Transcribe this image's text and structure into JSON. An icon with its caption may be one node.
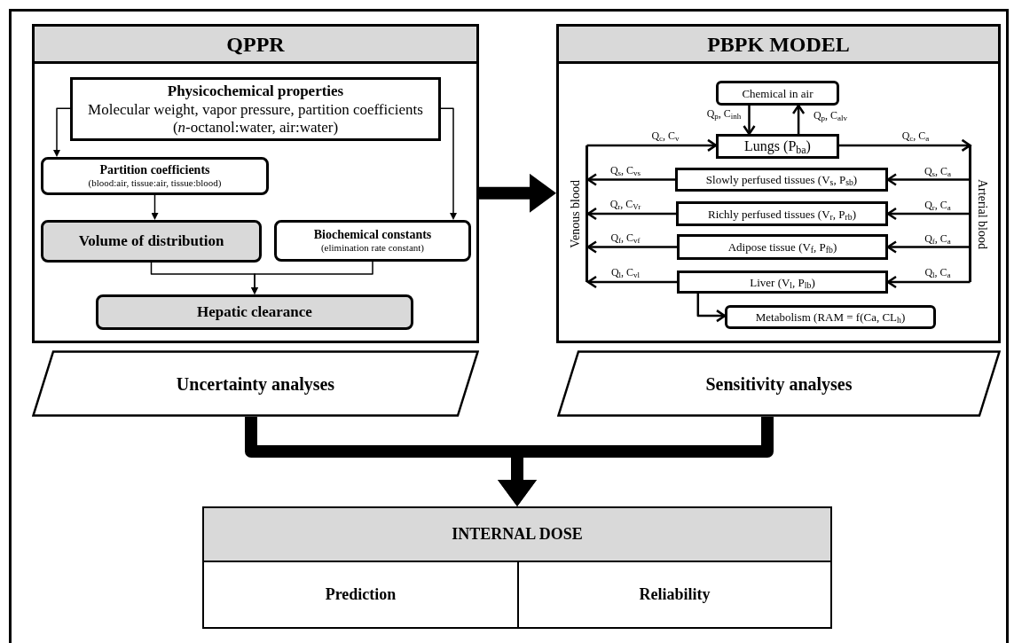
{
  "diagram": {
    "nodes": [
      {
        "text": [
          "QPPR"
        ]
      },
      {
        "text": [
          "Physicochemical properties",
          "Molecular weight, vapor pressure, partition coefficients (*n*-octanol:water, air:water)"
        ],
        "in": 0
      },
      {
        "text": [
          "Partition coefficients",
          "(blood:air, tissue:air, tissue:blood)"
        ],
        "in": 0
      },
      {
        "text": [
          "Volume of distribution"
        ],
        "in": 0
      },
      {
        "text": [
          "Biochemical constants",
          "(elimination rate constant)"
        ],
        "in": 0
      },
      {
        "text": [
          "Hepatic clearance"
        ],
        "in": 0
      },
      {
        "text": [
          "PBPK MODEL"
        ]
      },
      {
        "text": [
          "Chemical in air"
        ],
        "in": 6
      },
      {
        "text": [
          "Lungs (P$_{ba}$)"
        ],
        "in": 6
      },
      {
        "text": [
          "Slowly perfused tissues (V$_{s}$, P$_{sb}$)"
        ],
        "in": 6
      },
      {
        "text": [
          "Richly perfused tissues (V$_{r}$, P$_{rb}$)"
        ],
        "in": 6
      },
      {
        "text": [
          "Adipose tissue (V$_{f}$, P$_{fb}$)"
        ],
        "in": 6
      },
      {
        "text": [
          "Liver (V$_{l}$, P$_{lb}$)"
        ],
        "in": 6
      },
      {
        "text": [
          "Metabolism (RAM = f(Ca, CL$_{h}$)"
        ],
        "in": 6
      },
      {
        "text": [
          "Venous blood"
        ],
        "in": 6
      },
      {
        "text": [
          "Arterial blood"
        ],
        "in": 6
      },
      {
        "text": [
          "Uncertainty analyses"
        ]
      },
      {
        "text": [
          "Sensitivity analyses"
        ]
      },
      {
        "text": [
          "INTERNAL DOSE"
        ]
      },
      {
        "text": [
          "Prediction"
        ],
        "in": 18
      },
      {
        "text": [
          "Reliability"
        ],
        "in": 18
      }
    ],
    "edges": [
      {
        "from": 1,
        "to": 2,
        "arrow": "to"
      },
      {
        "from": 1,
        "to": 4,
        "arrow": "to"
      },
      {
        "from": 2,
        "to": 3,
        "arrow": "to"
      },
      {
        "from": 3,
        "to": 5,
        "arrow": "to"
      },
      {
        "from": 4,
        "to": 5,
        "arrow": "to"
      },
      {
        "from": 0,
        "to": 6,
        "arrow": "to",
        "style": "thick"
      },
      {
        "from": 7,
        "to": 8,
        "arrow": "to",
        "label": "Q$_{p}$, C$_{inh}$"
      },
      {
        "from": 8,
        "to": 7,
        "arrow": "to",
        "label": "Q$_{p}$, C$_{alv}$"
      },
      {
        "from": 14,
        "to": 8,
        "arrow": "to",
        "label": "Q$_{c}$, C$_{v}$"
      },
      {
        "from": 8,
        "to": 15,
        "arrow": "to",
        "label": "Q$_{c}$, C$_{a}$"
      },
      {
        "from": 15,
        "to": 9,
        "arrow": "to",
        "label": "Q$_{s}$, C$_{a}$"
      },
      {
        "from": 15,
        "to": 10,
        "arrow": "to",
        "label": "Q$_{r}$, C$_{a}$"
      },
      {
        "from": 15,
        "to": 11,
        "arrow": "to",
        "label": "Q$_{f}$, C$_{a}$"
      },
      {
        "from": 15,
        "to": 12,
        "arrow": "to",
        "label": "Q$_{l}$, C$_{a}$"
      },
      {
        "from": 9,
        "to": 14,
        "arrow": "to",
        "label": "Q$_{s}$, C$_{vs}$"
      },
      {
        "from": 10,
        "to": 14,
        "arrow": "to",
        "label": "Q$_{r}$, C$_{Vr}$"
      },
      {
        "from": 11,
        "to": 14,
        "arrow": "to",
        "label": "Q$_{f}$, C$_{vf}$"
      },
      {
        "from": 12,
        "to": 14,
        "arrow": "to",
        "label": "Q$_{l}$, C$_{vl}$"
      },
      {
        "from": 12,
        "to": 13,
        "arrow": "to"
      },
      {
        "from": 16,
        "to": 18,
        "arrow": "to",
        "style": "thick"
      },
      {
        "from": 17,
        "to": 18,
        "arrow": "to",
        "style": "thick"
      }
    ]
  }
}
